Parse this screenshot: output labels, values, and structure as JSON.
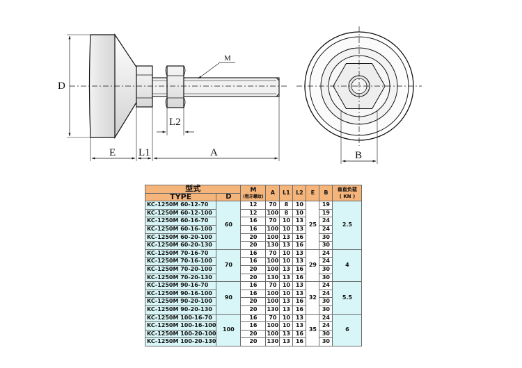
{
  "drawing": {
    "dims": {
      "D": "D",
      "E": "E",
      "L1": "L1",
      "A": "A",
      "L2": "L2",
      "M": "M",
      "B": "B"
    }
  },
  "table": {
    "header": {
      "xing_shi": "型式",
      "type": "TYPE",
      "d": "D",
      "m": "M",
      "m_sub": "(粗牙螺纹)",
      "a": "A",
      "l1": "L1",
      "l2": "L2",
      "e": "E",
      "b": "B",
      "load": "垂直负载",
      "load_unit": "( KN )"
    },
    "groups": [
      {
        "d": "60",
        "e": "25",
        "load": "2.5",
        "rows": [
          {
            "type": "KC-1250M 60-12-70",
            "m": "12",
            "a": "70",
            "l1": "8",
            "l2": "10",
            "b": "19"
          },
          {
            "type": "KC-1250M 60-12-100",
            "m": "12",
            "a": "100",
            "l1": "8",
            "l2": "10",
            "b": "19"
          },
          {
            "type": "KC-1250M 60-16-70",
            "m": "16",
            "a": "70",
            "l1": "10",
            "l2": "13",
            "b": "24"
          },
          {
            "type": "KC-1250M 60-16-100",
            "m": "16",
            "a": "100",
            "l1": "10",
            "l2": "13",
            "b": "24"
          },
          {
            "type": "KC-1250M 60-20-100",
            "m": "20",
            "a": "100",
            "l1": "13",
            "l2": "16",
            "b": "30"
          },
          {
            "type": "KC-1250M 60-20-130",
            "m": "20",
            "a": "130",
            "l1": "13",
            "l2": "16",
            "b": "30"
          }
        ]
      },
      {
        "d": "70",
        "e": "29",
        "load": "4",
        "rows": [
          {
            "type": "KC-1250M 70-16-70",
            "m": "16",
            "a": "70",
            "l1": "10",
            "l2": "13",
            "b": "24"
          },
          {
            "type": "KC-1250M 70-16-100",
            "m": "16",
            "a": "100",
            "l1": "10",
            "l2": "13",
            "b": "24"
          },
          {
            "type": "KC-1250M 70-20-100",
            "m": "20",
            "a": "100",
            "l1": "13",
            "l2": "16",
            "b": "30"
          },
          {
            "type": "KC-1250M 70-20-130",
            "m": "20",
            "a": "130",
            "l1": "13",
            "l2": "16",
            "b": "30"
          }
        ]
      },
      {
        "d": "90",
        "e": "32",
        "load": "5.5",
        "rows": [
          {
            "type": "KC-1250M 90-16-70",
            "m": "16",
            "a": "70",
            "l1": "10",
            "l2": "13",
            "b": "24"
          },
          {
            "type": "KC-1250M 90-16-100",
            "m": "16",
            "a": "100",
            "l1": "10",
            "l2": "13",
            "b": "24"
          },
          {
            "type": "KC-1250M 90-20-100",
            "m": "20",
            "a": "100",
            "l1": "13",
            "l2": "16",
            "b": "30"
          },
          {
            "type": "KC-1250M 90-20-130",
            "m": "20",
            "a": "130",
            "l1": "13",
            "l2": "16",
            "b": "30"
          }
        ]
      },
      {
        "d": "100",
        "e": "35",
        "load": "6",
        "rows": [
          {
            "type": "KC-1250M 100-16-70",
            "m": "16",
            "a": "70",
            "l1": "10",
            "l2": "13",
            "b": "24"
          },
          {
            "type": "KC-1250M 100-16-100",
            "m": "16",
            "a": "100",
            "l1": "10",
            "l2": "13",
            "b": "24"
          },
          {
            "type": "KC-1250M 100-20-100",
            "m": "20",
            "a": "100",
            "l1": "13",
            "l2": "16",
            "b": "30"
          },
          {
            "type": "KC-1250M 100-20-130",
            "m": "20",
            "a": "130",
            "l1": "13",
            "l2": "16",
            "b": "30"
          }
        ]
      }
    ]
  }
}
